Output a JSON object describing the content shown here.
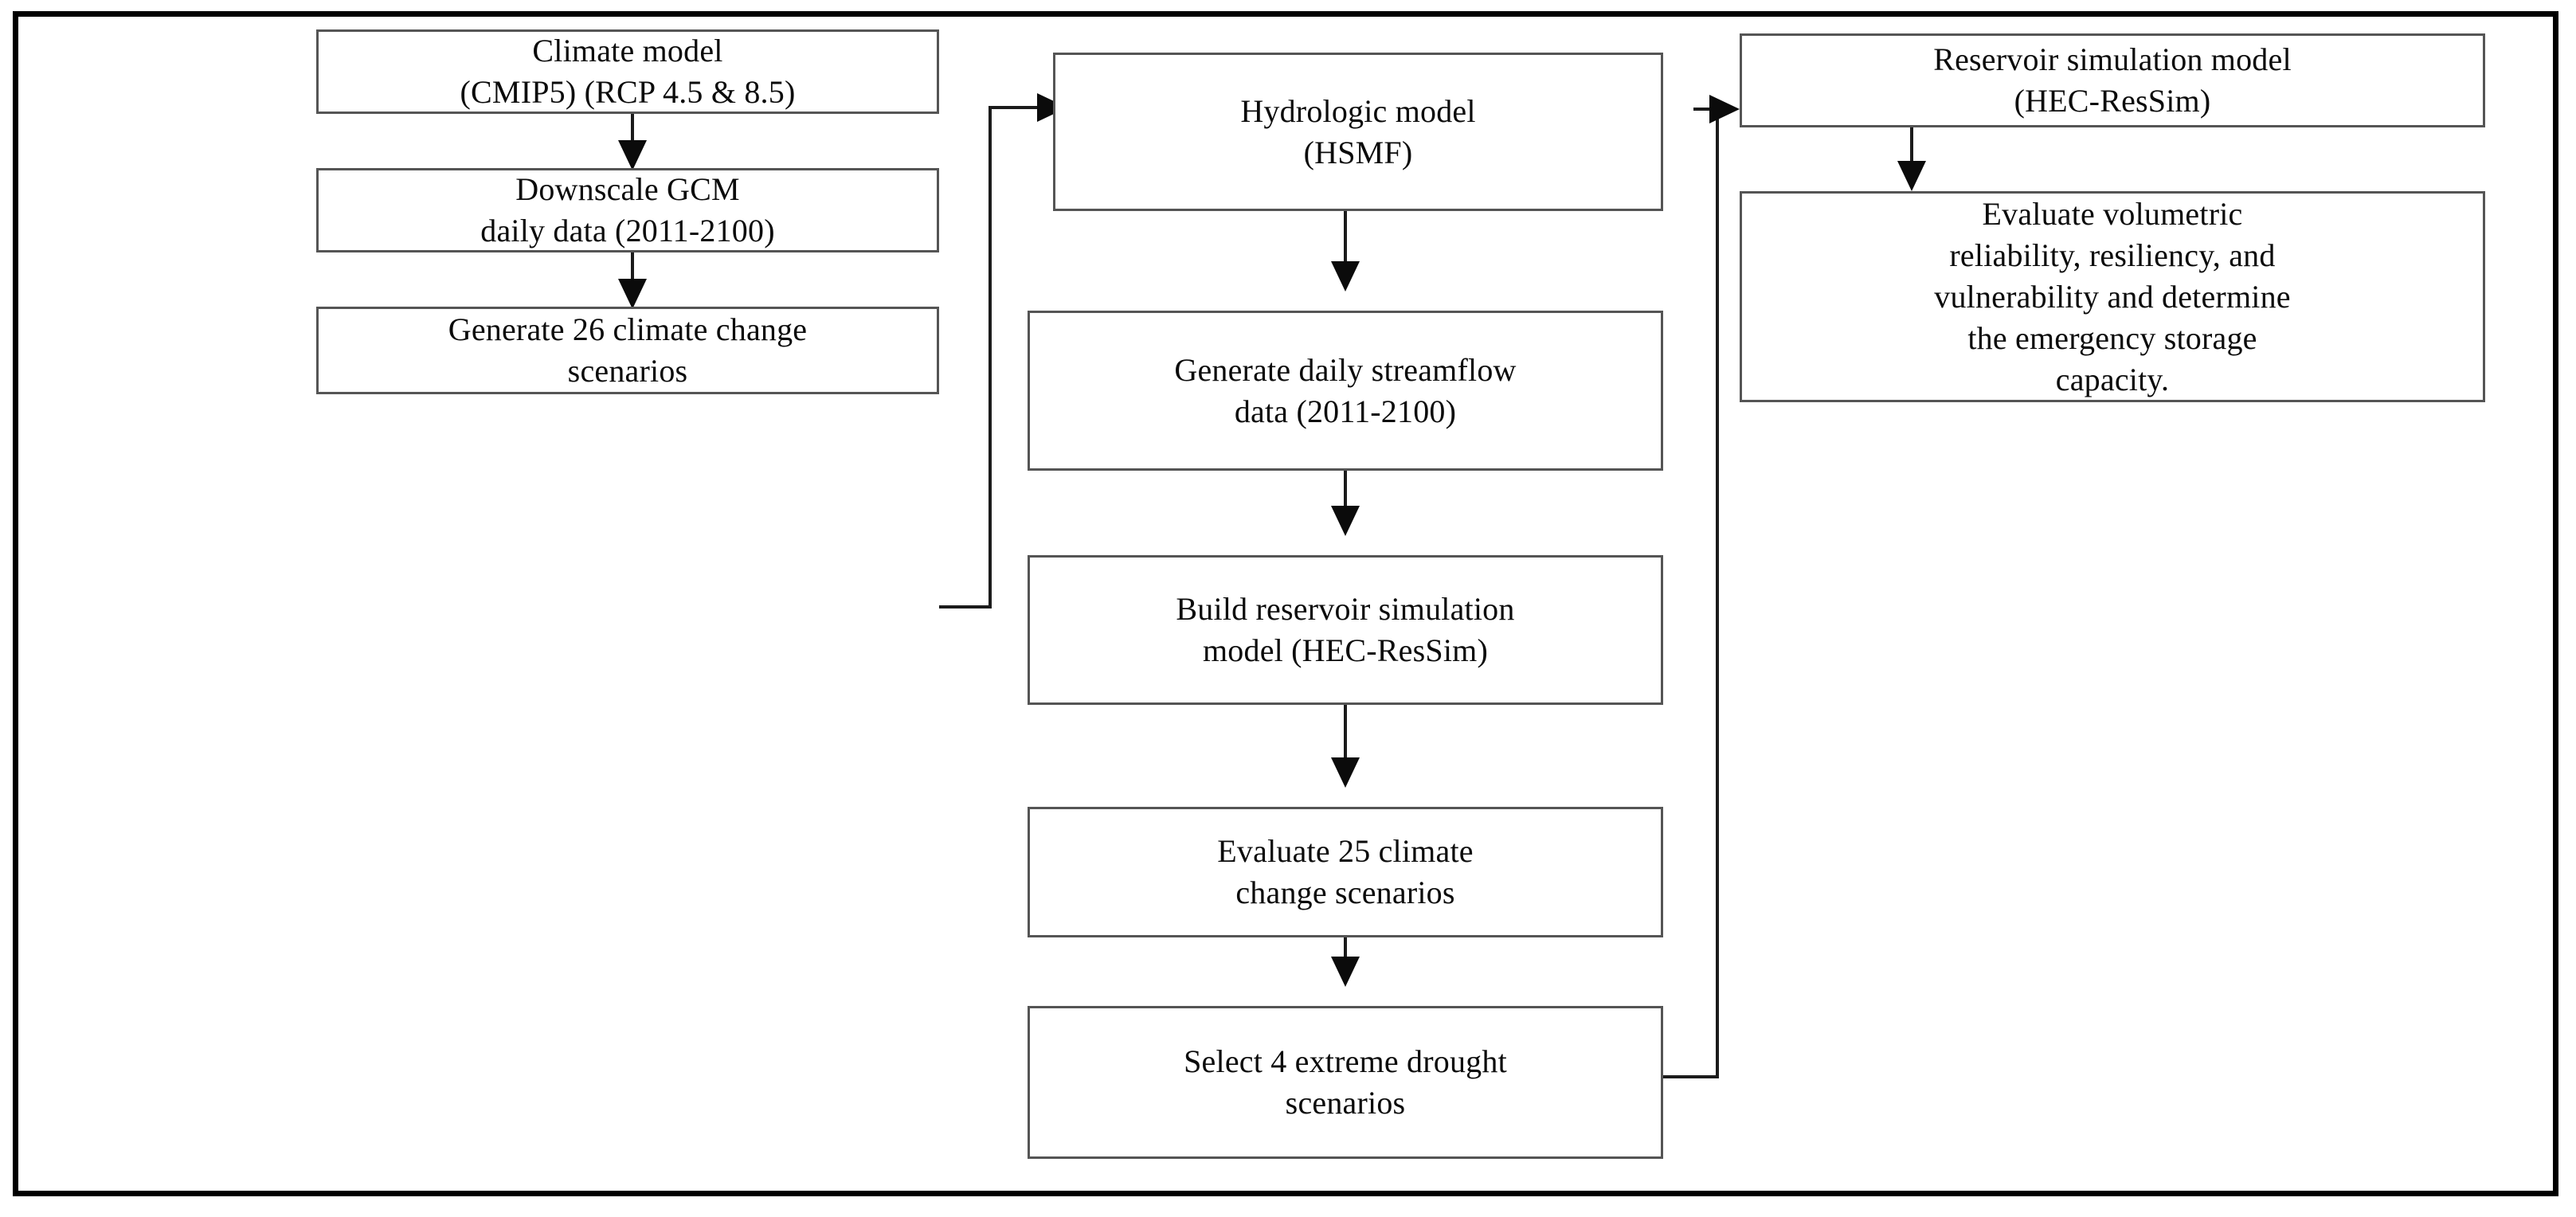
{
  "figure": {
    "type": "flowchart",
    "title": "Climate change impact assessment workflow",
    "frame_color": "#000000",
    "box_border_color": "#555555",
    "connector_color": "#1b1b1b",
    "background": "#ffffff"
  },
  "columns": [
    {
      "id": "column-1",
      "name": "climate-data-column",
      "nodes": [
        {
          "id": "n1",
          "name": "climate-model",
          "label": "Climate model\n(CMIP5) (RCP 4.5 & 8.5)"
        },
        {
          "id": "n2",
          "name": "downscale-gcm",
          "label": "Downscale GCM\ndaily data (2011-2100)"
        },
        {
          "id": "n3",
          "name": "generate-scenarios",
          "label": "Generate 26 climate change\nscenarios"
        }
      ]
    },
    {
      "id": "column-2",
      "name": "hydrologic-modeling-column",
      "nodes": [
        {
          "id": "n4",
          "name": "hydrologic-model",
          "label": "Hydrologic model\n(HSMF)"
        },
        {
          "id": "n5",
          "name": "generate-streamflow",
          "label": "Generate daily streamflow\ndata (2011-2100)"
        },
        {
          "id": "n6",
          "name": "build-reservoir-model",
          "label": "Build reservoir simulation\nmodel (HEC-ResSim)"
        },
        {
          "id": "n7",
          "name": "evaluate-scenarios",
          "label": "Evaluate 25 climate\nchange scenarios"
        },
        {
          "id": "n8",
          "name": "select-drought-scenarios",
          "label": "Select 4 extreme drought\nscenarios"
        }
      ]
    },
    {
      "id": "column-3",
      "name": "reservoir-evaluation-column",
      "nodes": [
        {
          "id": "n9",
          "name": "reservoir-simulation-model",
          "label": "Reservoir simulation model\n(HEC-ResSim)"
        },
        {
          "id": "n10",
          "name": "evaluate-performance",
          "label": "Evaluate volumetric\nreliability, resiliency, and\nvulnerability  and determine\nthe emergency storage\ncapacity."
        }
      ]
    }
  ],
  "edges": [
    {
      "id": "e1",
      "name": "edge-climate-model-to-downscale",
      "from": "n1",
      "to": "n2",
      "style": "straight-down-arrow"
    },
    {
      "id": "e2",
      "name": "edge-downscale-to-scenarios",
      "from": "n2",
      "to": "n3",
      "style": "straight-down-arrow"
    },
    {
      "id": "e3",
      "name": "edge-scenarios-to-hydrologic-model",
      "from": "n3",
      "to": "n4",
      "style": "elbow-right-up-arrow"
    },
    {
      "id": "e4",
      "name": "edge-hydrologic-model-to-streamflow",
      "from": "n4",
      "to": "n5",
      "style": "straight-down-arrow"
    },
    {
      "id": "e5",
      "name": "edge-streamflow-to-build-model",
      "from": "n5",
      "to": "n6",
      "style": "straight-down-arrow"
    },
    {
      "id": "e6",
      "name": "edge-build-model-to-evaluate",
      "from": "n6",
      "to": "n7",
      "style": "straight-down-arrow"
    },
    {
      "id": "e7",
      "name": "edge-evaluate-to-select-drought",
      "from": "n7",
      "to": "n8",
      "style": "straight-down-arrow"
    },
    {
      "id": "e8",
      "name": "edge-select-drought-to-reservoir-model",
      "from": "n8",
      "to": "n9",
      "style": "elbow-right-up-arrow"
    },
    {
      "id": "e9",
      "name": "edge-reservoir-model-to-evaluate-performance",
      "from": "n9",
      "to": "n10",
      "style": "straight-down-arrow"
    }
  ]
}
